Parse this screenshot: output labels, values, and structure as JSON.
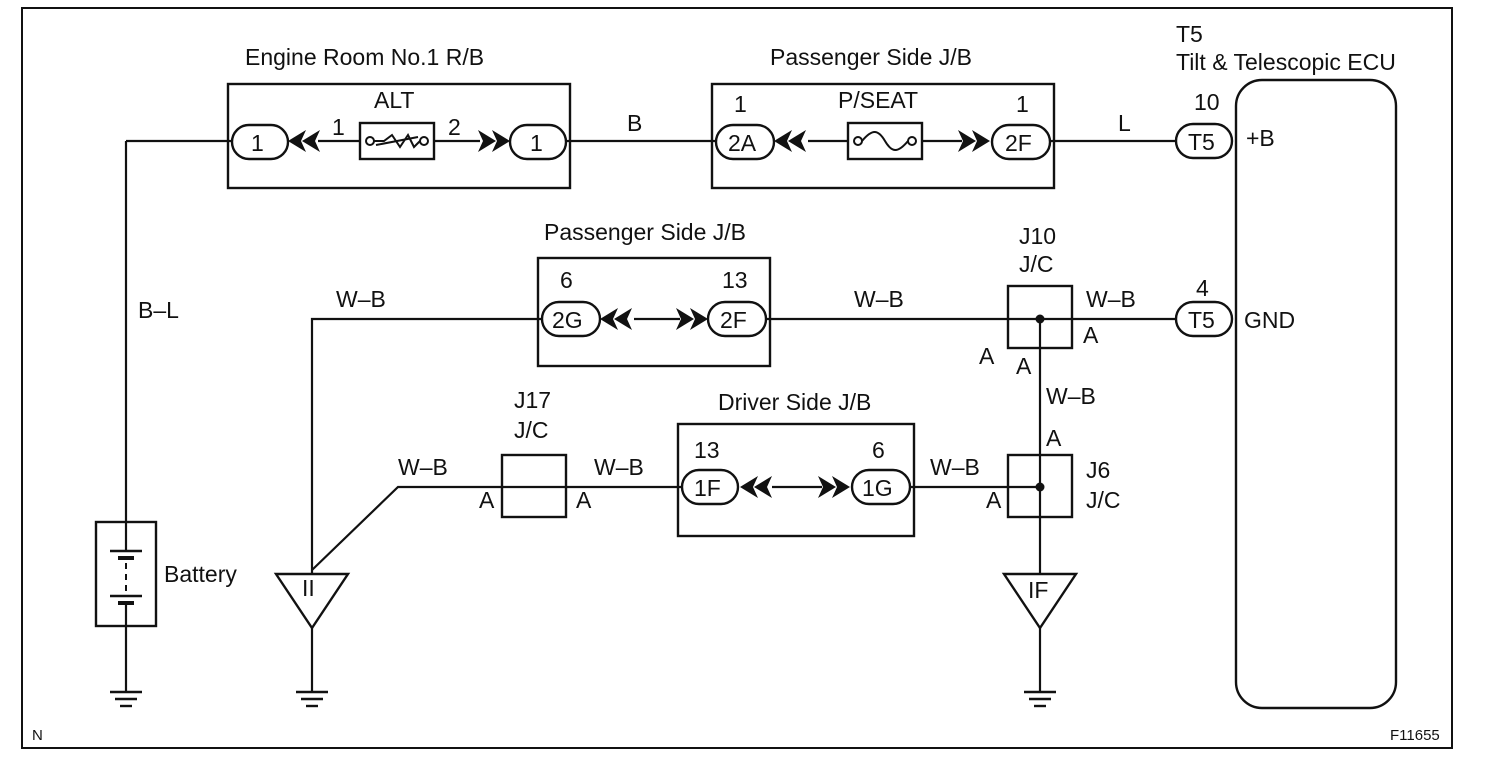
{
  "blocks": {
    "engine_room_rb": {
      "title": "Engine Room No.1 R/B",
      "fuse": "ALT",
      "pin_left": "1",
      "pin_right": "2",
      "conn_left": "1",
      "conn_right": "1"
    },
    "passenger_jb_top": {
      "title": "Passenger Side J/B",
      "fuse": "P/SEAT",
      "pin_left": "1",
      "pin_right": "1",
      "conn_left": "2A",
      "conn_right": "2F"
    },
    "passenger_jb_mid": {
      "title": "Passenger Side J/B",
      "pin_left": "6",
      "pin_right": "13",
      "conn_left": "2G",
      "conn_right": "2F"
    },
    "driver_jb": {
      "title": "Driver Side J/B",
      "pin_left": "13",
      "pin_right": "6",
      "conn_left": "1F",
      "conn_right": "1G"
    },
    "j10": {
      "line1": "J10",
      "line2": "J/C",
      "term_left": "A",
      "term_right": "A",
      "term_bottom": "A"
    },
    "j17": {
      "line1": "J17",
      "line2": "J/C",
      "term_left": "A",
      "term_right": "A"
    },
    "j6": {
      "line1": "J6",
      "line2": "J/C",
      "term_left": "A",
      "term_top": "A"
    },
    "ecu": {
      "line1": "T5",
      "line2": "Tilt & Telescopic ECU",
      "pin_b": "10",
      "conn_b": "T5",
      "term_b": "+B",
      "pin_gnd": "4",
      "conn_gnd": "T5",
      "term_gnd": "GND"
    },
    "battery": {
      "label": "Battery"
    },
    "ground_ii": {
      "label": "II"
    },
    "ground_if": {
      "label": "IF"
    }
  },
  "wires": {
    "battery_wire": "B–L",
    "rb_to_jb": "B",
    "jb_to_ecu": "L",
    "ii_to_jb": "W–B",
    "jb_to_j10": "W–B",
    "j10_to_ecu": "W–B",
    "j10_to_j6": "W–B",
    "ii_to_j17": "W–B",
    "j17_to_jb": "W–B",
    "jb_to_j6": "W–B"
  },
  "corner_label": "N",
  "figure_id": "F11655"
}
